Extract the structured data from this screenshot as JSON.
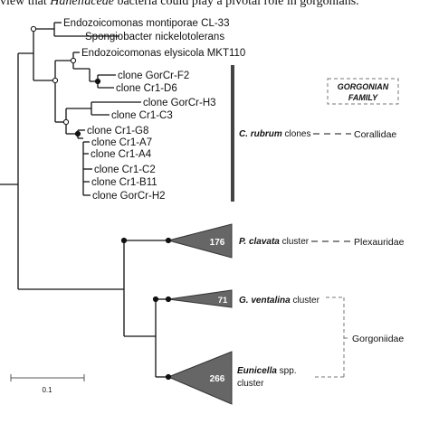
{
  "caption": {
    "before": "view that ",
    "italic": "Hahellaceae",
    "after": " bacteria could play a pivotal role in gorgonians."
  },
  "tree": {
    "leaves": [
      {
        "label": "Endozoicomonas montiporae CL-33"
      },
      {
        "label": "Spongiobacter nickelotolerans"
      },
      {
        "label": "Endozoicomonas elysicola MKT110"
      },
      {
        "label": "clone GorCr-F2"
      },
      {
        "label": "clone Cr1-D6"
      },
      {
        "label": "clone GorCr-H3"
      },
      {
        "label": "clone Cr1-C3"
      },
      {
        "label": "clone Cr1-G8"
      },
      {
        "label": "clone Cr1-A7"
      },
      {
        "label": "clone Cr1-A4"
      },
      {
        "label": "clone Cr1-C2"
      },
      {
        "label": "clone Cr1-B11"
      },
      {
        "label": "clone GorCr-H2"
      }
    ],
    "clusters": [
      {
        "count": "176",
        "name_italic": "P. clavata",
        "name_rest": " cluster"
      },
      {
        "count": "71",
        "name_italic": "G. ventalina",
        "name_rest": " cluster"
      },
      {
        "count": "266",
        "name_italic": "Eunicella",
        "name_rest": " spp.",
        "name_line2": "cluster"
      }
    ],
    "rubrum_label": {
      "italic": "C. rubrum",
      "rest": " clones"
    },
    "families": {
      "corallidae": "Corallidae",
      "plexauridae": "Plexauridae",
      "gorgoniidae": "Gorgoniidae"
    },
    "legend_box": {
      "line1": "GORGONIAN",
      "line2": "FAMILY"
    },
    "scale_label": "0.1"
  }
}
